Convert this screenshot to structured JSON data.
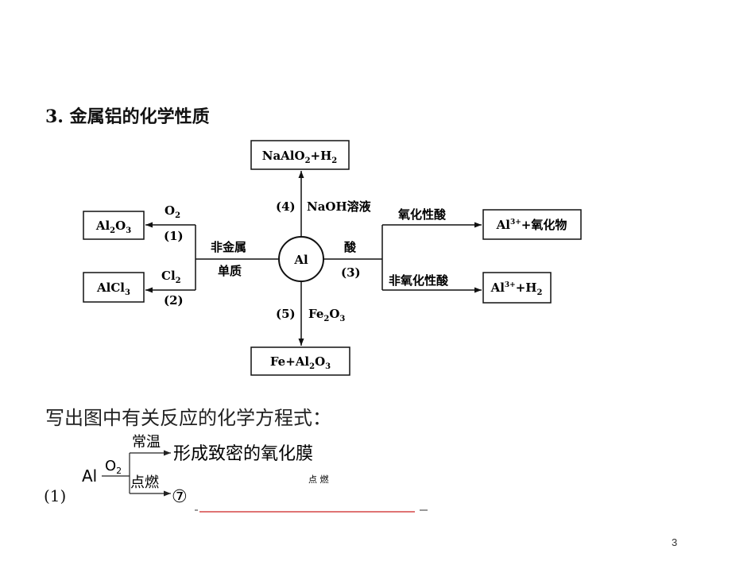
{
  "heading": "3. 金属铝的化学性质",
  "diagram": {
    "center": "Al",
    "top_product": {
      "pre": "NaAlO",
      "sub1": "2",
      "mid": "+H",
      "sub2": "2"
    },
    "up_number": "(4)",
    "up_reagent": "NaOH溶液",
    "left_top_product": {
      "pre": "Al",
      "sub1": "2",
      "mid": "O",
      "sub2": "3"
    },
    "left_top_reagent": {
      "pre": "O",
      "sub": "2"
    },
    "left_top_number": "(1)",
    "left_bottom_product": {
      "pre": "AlCl",
      "sub": "3"
    },
    "left_bottom_reagent": {
      "pre": "Cl",
      "sub": "2"
    },
    "left_bottom_number": "(2)",
    "left_label_line1": "非金属",
    "left_label_line2": "单质",
    "right_label": "酸",
    "right_number": "(3)",
    "right_top_reagent": "氧化性酸",
    "right_top_product": {
      "pre": "Al",
      "sup": "3+",
      "post": "+氧化物"
    },
    "right_bottom_reagent": "非氧化性酸",
    "right_bottom_product": {
      "pre": "Al",
      "sup": "3+",
      "mid": "+H",
      "sub": "2"
    },
    "down_number": "(5)",
    "down_reagent": {
      "pre": "Fe",
      "sub1": "2",
      "mid": "O",
      "sub2": "3"
    },
    "bottom_product": {
      "pre": "Fe+Al",
      "sub1": "2",
      "mid": "O",
      "sub2": "3"
    }
  },
  "prompt": "写出图中有关反应的化学方程式：",
  "equation": {
    "question_label": "(1)",
    "reactant": "Al",
    "reagent": {
      "pre": "O",
      "sub": "2"
    },
    "cond_top": "常温",
    "cond_bottom": "点燃",
    "result_top": "形成致密的氧化膜",
    "marker": "⑦",
    "small_note": "点 燃",
    "answer_blank": ""
  },
  "page_number": "3",
  "colors": {
    "answer_line": "#cc2222",
    "text": "#111111"
  }
}
